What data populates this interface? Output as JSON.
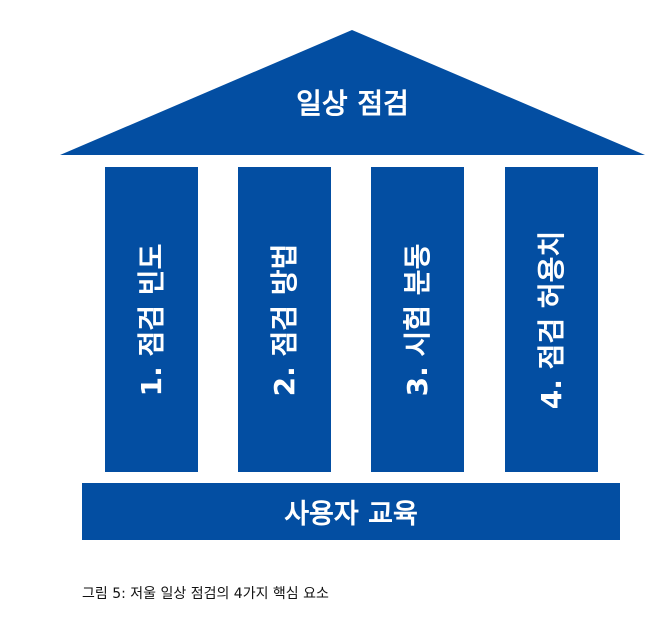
{
  "diagram": {
    "roof": {
      "title": "일상 점검"
    },
    "pillars": [
      {
        "label": "1. 점검 빈도"
      },
      {
        "label": "2. 점검 방법"
      },
      {
        "label": "3. 시험 분동"
      },
      {
        "label": "4. 점검 허용치"
      }
    ],
    "base": {
      "label": "사용자 교육"
    },
    "caption": "그림 5:  저울 일상 점검의 4가지 핵심 요소"
  },
  "colors": {
    "primary": "#034EA2",
    "text_on_primary": "#FFFFFF",
    "caption_text": "#111111"
  }
}
